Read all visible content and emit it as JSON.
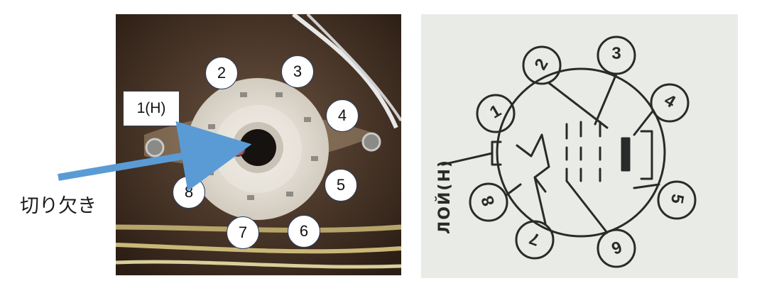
{
  "photo": {
    "pin1_label": "1(H)",
    "pin_labels": [
      "2",
      "3",
      "4",
      "5",
      "6",
      "7",
      "8"
    ],
    "notch_label": "切り欠き",
    "arrow_color": "#5b9bd5",
    "notch_marker_color": "#c0504d"
  },
  "schematic": {
    "pin_labels": [
      "1",
      "2",
      "3",
      "4",
      "5",
      "6",
      "7",
      "8"
    ]
  }
}
